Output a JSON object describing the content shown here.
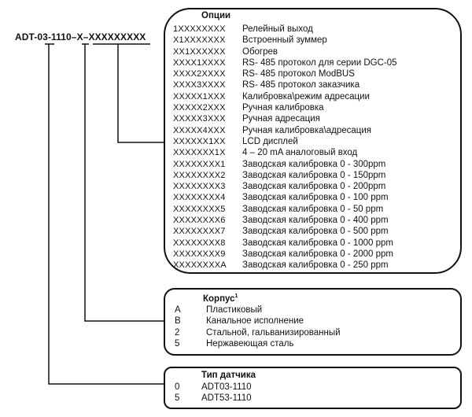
{
  "model_code": "ADT-03-1110–X–XXXXXXXXX",
  "options": {
    "title": "Опции",
    "items": [
      {
        "code": "1XXXXXXXX",
        "desc": "Релейный выход"
      },
      {
        "code": "X1XXXXXXX",
        "desc": "Встроенный зуммер"
      },
      {
        "code": "XX1XXXXXX",
        "desc": "Обогрев"
      },
      {
        "code": "XXXX1XXXX",
        "desc": "RS- 485 протокол для серии DGC-05"
      },
      {
        "code": "XXXX2XXXX",
        "desc": "RS- 485 протокол ModBUS"
      },
      {
        "code": "XXXX3XXXX",
        "desc": "RS- 485 протокол заказчика"
      },
      {
        "code": "XXXXX1XXX",
        "desc": "Калибровка\\режим адресации"
      },
      {
        "code": "XXXXX2XXX",
        "desc": "Ручная калибровка"
      },
      {
        "code": "XXXXX3XXX",
        "desc": "Ручная адресация"
      },
      {
        "code": "XXXXX4XXX",
        "desc": "Ручная калибровка\\адресация"
      },
      {
        "code": "XXXXXX1XX",
        "desc": "LCD дисплей"
      },
      {
        "code": "XXXXXXX1X",
        "desc": "4 – 20 mA аналоговый вход"
      },
      {
        "code": "XXXXXXXX1",
        "desc": "Заводская калибровка 0 - 300ppm"
      },
      {
        "code": "XXXXXXXX2",
        "desc": "Заводская калибровка 0 - 150ppm"
      },
      {
        "code": "XXXXXXXX3",
        "desc": "Заводская калибровка 0 - 200ppm"
      },
      {
        "code": "XXXXXXXX4",
        "desc": "Заводская калибровка 0 - 100 ppm"
      },
      {
        "code": "XXXXXXXX5",
        "desc": "Заводская калибровка 0 - 50 ppm"
      },
      {
        "code": "XXXXXXXX6",
        "desc": "Заводская калибровка 0 - 400 ppm"
      },
      {
        "code": "XXXXXXXX7",
        "desc": "Заводская калибровка 0 - 500 ppm"
      },
      {
        "code": "XXXXXXXX8",
        "desc": "Заводская калибровка 0 - 1000 ppm"
      },
      {
        "code": "XXXXXXXX9",
        "desc": "Заводская калибровка 0 - 2000 ppm"
      },
      {
        "code": "XXXXXXXXA",
        "desc": "Заводская калибровка 0 - 250 ppm"
      }
    ]
  },
  "housing": {
    "title": "Корпус",
    "footnote": "1",
    "items": [
      {
        "code": "A",
        "desc": "Пластиковый"
      },
      {
        "code": "B",
        "desc": "Канальное исполнение"
      },
      {
        "code": "2",
        "desc": "Стальной, гальванизированный"
      },
      {
        "code": "5",
        "desc": "Нержавеющая сталь"
      }
    ]
  },
  "sensor_type": {
    "title": "Тип датчика",
    "items": [
      {
        "code": "0",
        "desc": "ADT03-1110"
      },
      {
        "code": "5",
        "desc": "ADT53-1110"
      }
    ]
  }
}
